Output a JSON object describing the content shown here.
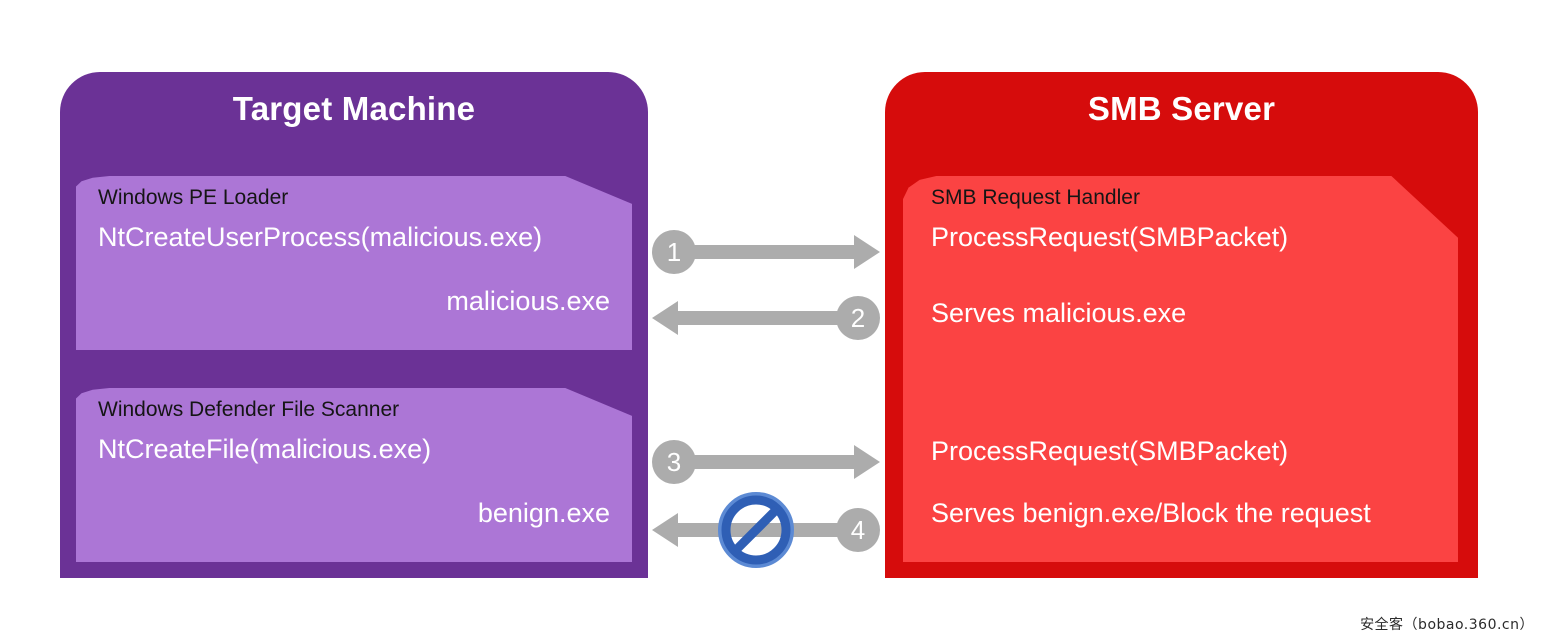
{
  "diagram": {
    "title": "SMB race-condition attack against Windows Defender file scanner",
    "colors": {
      "target_outer": "#6B3296",
      "target_inner": "#AC76D6",
      "server_outer": "#D60C0C",
      "server_inner": "#FB4343",
      "arrow": "#ACACAC",
      "block_icon": "#3B6FC4",
      "background": "#FFFFFF"
    }
  },
  "target_machine": {
    "title": "Target Machine",
    "panels": [
      {
        "header": "Windows PE Loader",
        "line_request": "NtCreateUserProcess(malicious.exe)",
        "line_response": "malicious.exe"
      },
      {
        "header": "Windows Defender File Scanner",
        "line_request": "NtCreateFile(malicious.exe)",
        "line_response": "benign.exe"
      }
    ]
  },
  "smb_server": {
    "title": "SMB Server",
    "panel": {
      "header": "SMB Request Handler",
      "lines": [
        "ProcessRequest(SMBPacket)",
        "Serves malicious.exe",
        "ProcessRequest(SMBPacket)",
        "Serves benign.exe/Block the request"
      ]
    }
  },
  "arrows": [
    {
      "step": "1",
      "direction": "right",
      "badge_side": "left"
    },
    {
      "step": "2",
      "direction": "left",
      "badge_side": "right"
    },
    {
      "step": "3",
      "direction": "right",
      "badge_side": "left"
    },
    {
      "step": "4",
      "direction": "left",
      "badge_side": "right"
    }
  ],
  "block_icon": {
    "name": "no-entry-icon",
    "color": "#3B6FC4"
  },
  "watermark": {
    "text": "安全客（bobao.360.cn）"
  }
}
